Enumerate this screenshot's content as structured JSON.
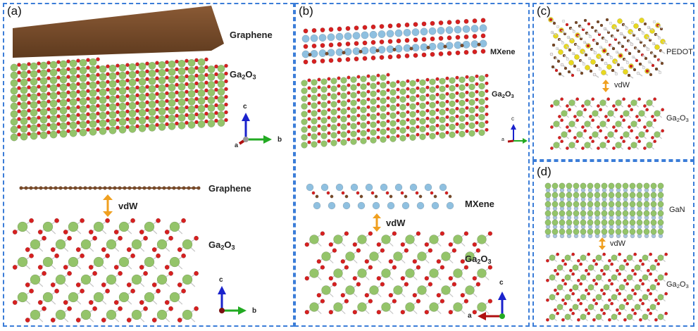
{
  "panels": {
    "a": {
      "label": "(a)",
      "top_layer": "Graphene",
      "bottom_layer": "Ga2O3",
      "gap_label": "vdW",
      "axes_top": {
        "up": "c",
        "out": "a",
        "right": "b"
      },
      "axes_bottom": {
        "up": "c",
        "right": "b"
      }
    },
    "b": {
      "label": "(b)",
      "top_layer": "MXene",
      "bottom_layer": "Ga2O3",
      "gap_label": "vdW",
      "axes_top": {
        "up": "c",
        "out": "a"
      },
      "axes_bottom": {
        "up": "c",
        "left": "a"
      }
    },
    "c": {
      "label": "(c)",
      "top_layer": "PEDOT",
      "bottom_layer": "Ga2O3",
      "gap_label": "vdW"
    },
    "d": {
      "label": "(d)",
      "top_layer": "GaN",
      "bottom_layer": "Ga2O3",
      "gap_label": "vdW"
    }
  },
  "colors": {
    "border": "#3b7dd8",
    "graphene": "#7a4a28",
    "oxygen": "#d62020",
    "gallium": "#94c46a",
    "mxene_ti": "#8fc0e0",
    "sulfur": "#e8d820",
    "nitrogen": "#a9c4dd",
    "arrow_gap": "#f0a020",
    "axis_c": "#1a22cc",
    "axis_b": "#22aa22",
    "axis_a": "#b01010"
  }
}
